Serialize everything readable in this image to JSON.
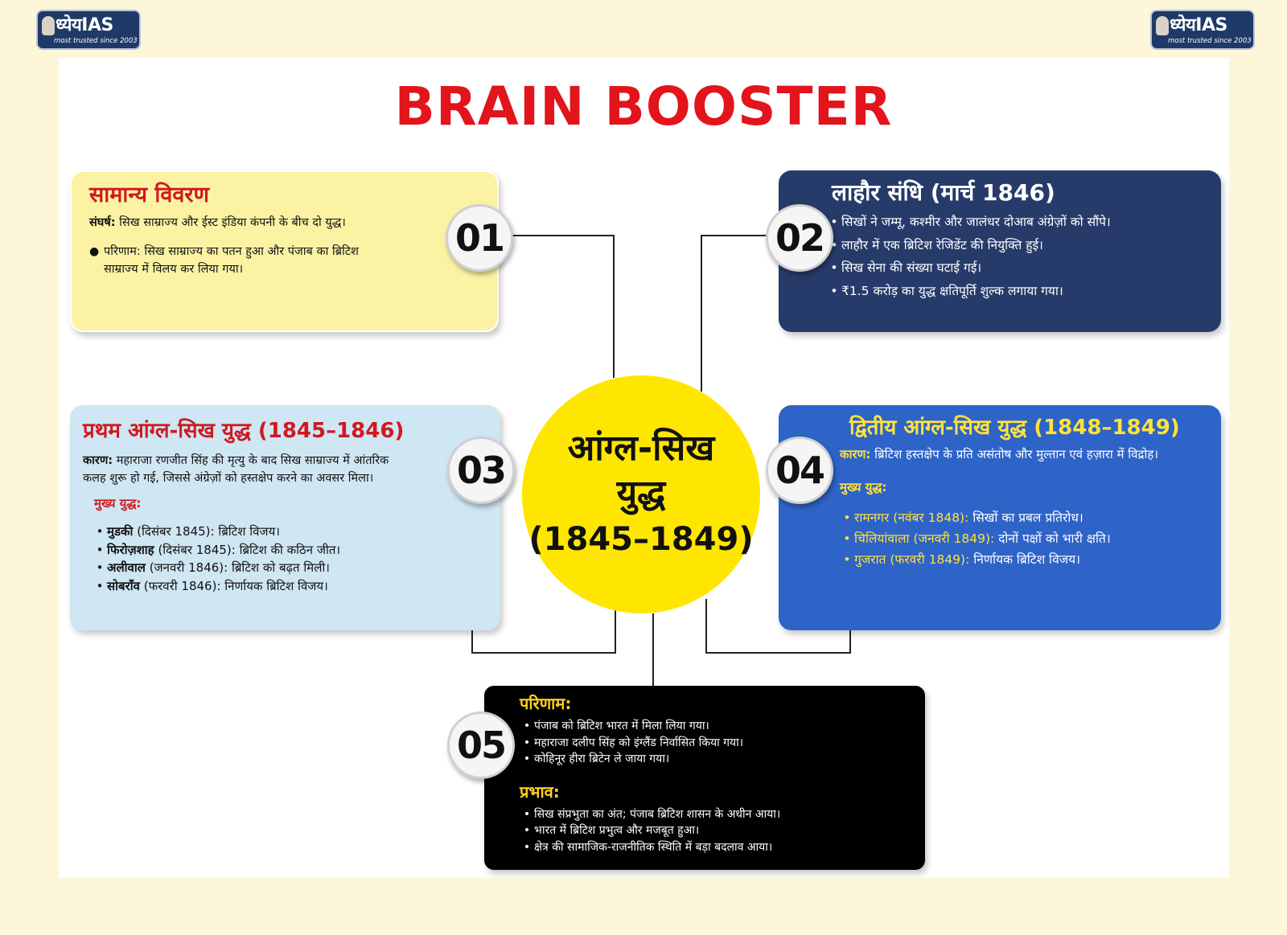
{
  "brand": {
    "name": "ध्येयIAS",
    "tagline": "most trusted since 2003"
  },
  "title": "BRAIN BOOSTER",
  "center": {
    "line1": "आंग्ल-सिख",
    "line2": "युद्ध",
    "line3": "(1845–1849)"
  },
  "colors": {
    "title": "#e2141c",
    "center": "#ffe600",
    "box1": "#fbf3a3",
    "box2": "#263b6a",
    "box3": "#cfe6f3",
    "box4": "#2e63c8",
    "box5": "#000000"
  },
  "sections": {
    "s1": {
      "number": "01",
      "heading": "सामान्य विवरण",
      "label": "संघर्ष:",
      "text": "सिख साम्राज्य और ईस्ट इंडिया कंपनी के बीच दो युद्ध।",
      "bullet": "परिणाम: सिख साम्राज्य का पतन हुआ और पंजाब का ब्रिटिश साम्राज्य में विलय कर लिया गया।"
    },
    "s2": {
      "number": "02",
      "heading": "लाहौर संधि (मार्च 1846)",
      "items": [
        "सिखों ने जम्मू, कश्मीर और जालंधर दोआब अंग्रेज़ों को सौंपे।",
        "लाहौर में एक ब्रिटिश रेजिडेंट की नियुक्ति हुई।",
        "सिख सेना की संख्या घटाई गई।",
        "₹1.5 करोड़ का युद्ध क्षतिपूर्ति शुल्क लगाया गया।"
      ]
    },
    "s3": {
      "number": "03",
      "heading": "प्रथम आंग्ल-सिख युद्ध (1845–1846)",
      "cause_label": "कारण:",
      "cause_text": "महाराजा रणजीत सिंह की मृत्यु के बाद सिख साम्राज्य में आंतरिक कलह शुरू हो गई, जिससे अंग्रेज़ों को हस्तक्षेप करने का अवसर मिला।",
      "battles_label": "मुख्य युद्ध:",
      "battles": [
        {
          "name": "मुडकी",
          "detail": "(दिसंबर 1845): ब्रिटिश विजय।"
        },
        {
          "name": "फिरोज़शाह",
          "detail": "(दिसंबर 1845): ब्रिटिश की कठिन जीत।"
        },
        {
          "name": "अलीवाल",
          "detail": "(जनवरी 1846): ब्रिटिश को बढ़त मिली।"
        },
        {
          "name": "सोबराँव",
          "detail": "(फरवरी 1846): निर्णायक ब्रिटिश विजय।"
        }
      ]
    },
    "s4": {
      "number": "04",
      "heading": "द्वितीय आंग्ल-सिख युद्ध (1848–1849)",
      "cause_label": "कारण:",
      "cause_text": "ब्रिटिश हस्तक्षेप के प्रति असंतोष और मुल्तान एवं हज़ारा में विद्रोह।",
      "battles_label": "मुख्य युद्ध:",
      "battles": [
        {
          "name": "रामनगर (नवंबर 1848):",
          "detail": "सिखों का प्रबल प्रतिरोध।"
        },
        {
          "name": "चिलियांवाला (जनवरी 1849):",
          "detail": "दोनों पक्षों को भारी क्षति।"
        },
        {
          "name": "गुजरात (फरवरी 1849):",
          "detail": "निर्णायक ब्रिटिश विजय।"
        }
      ]
    },
    "s5": {
      "number": "05",
      "result_heading": "परिणाम:",
      "results": [
        "पंजाब को ब्रिटिश भारत में मिला लिया गया।",
        "महाराजा दलीप सिंह को इंग्लैंड निर्वासित किया गया।",
        "कोहिनूर हीरा ब्रिटेन ले जाया गया।"
      ],
      "impact_heading": "प्रभाव:",
      "impacts": [
        "सिख संप्रभुता का अंत; पंजाब ब्रिटिश शासन के अधीन आया।",
        "भारत में ब्रिटिश प्रभुत्व और मजबूत हुआ।",
        "क्षेत्र की सामाजिक-राजनीतिक स्थिति में बड़ा बदलाव आया।"
      ]
    }
  }
}
